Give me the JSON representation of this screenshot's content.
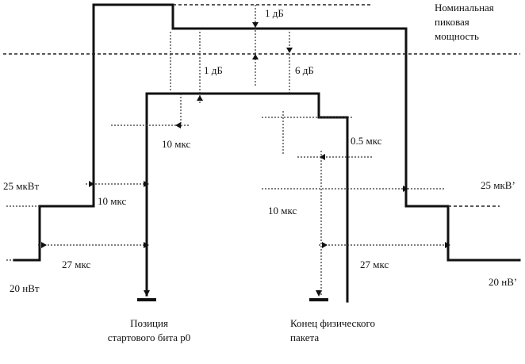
{
  "labels": {
    "nominal_power": [
      "Номинальная",
      "пиковая",
      "мощность"
    ],
    "db_1_top": "1 дБ",
    "db_1_inner": "1 дБ",
    "db_6": "6 дБ",
    "us_10_upper": "10 мкс",
    "us_10_left": "10 мкс",
    "us_10_right": "10 мкс",
    "us_05": "0.5 мкс",
    "uw_25_left": "25 мкВт",
    "uw_25_right": "25 мкВ’",
    "us_27_left": "27 мкс",
    "us_27_right": "27 мкс",
    "nw_20_left": "20 нВт",
    "nw_20_right": "20 нВ’",
    "start_bit": [
      "Позиция",
      "стартового бита p0"
    ],
    "packet_end": [
      "Конец физического",
      "пакета"
    ]
  },
  "colors": {
    "ink": "#111111",
    "background": "#ffffff"
  }
}
